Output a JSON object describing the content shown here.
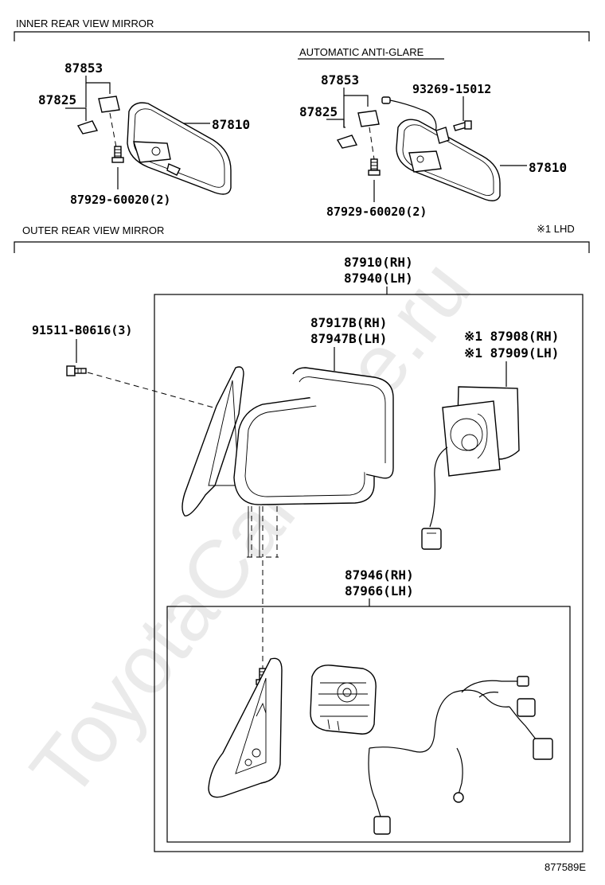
{
  "watermark": "ToyotaCarMine.ru",
  "diagram_code": "877589E",
  "inner_section": {
    "title": "INNER REAR VIEW MIRROR",
    "standard": {
      "labels": [
        "87853",
        "87825",
        "87810",
        "87929-60020(2)"
      ]
    },
    "automatic": {
      "title": "AUTOMATIC ANTI-GLARE",
      "labels": [
        "87853",
        "87825",
        "93269-15012",
        "87810",
        "87929-60020(2)"
      ]
    }
  },
  "outer_section": {
    "title": "OUTER REAR VIEW MIRROR",
    "note": "※1 LHD",
    "labels": {
      "assy_rh": "87910(RH)",
      "assy_lh": "87940(LH)",
      "bolt": "91511-B0616(3)",
      "mirror_rh": "87917B(RH)",
      "mirror_lh": "87947B(LH)",
      "motor_rh": "※1 87908(RH)",
      "motor_lh": "※1 87909(LH)",
      "sub_rh": "87946(RH)",
      "sub_lh": "87966(LH)"
    }
  }
}
